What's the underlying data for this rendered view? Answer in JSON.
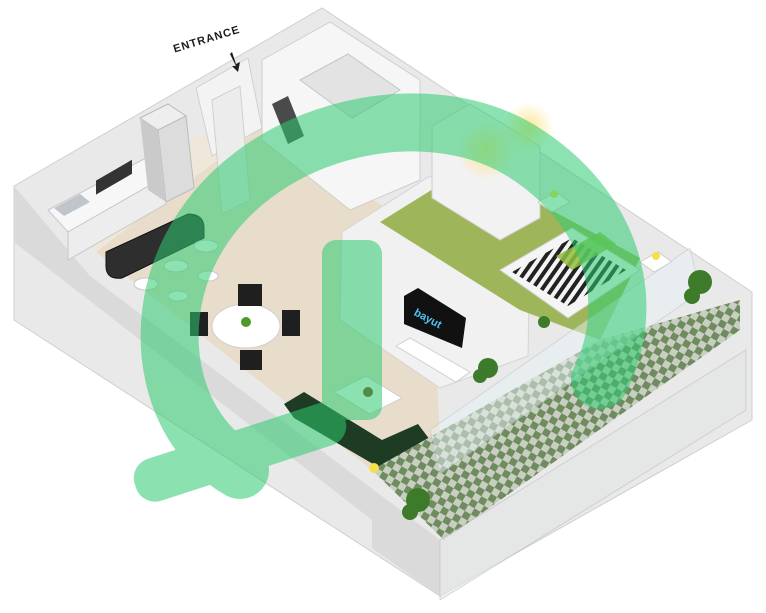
{
  "floorplan": {
    "entrance_label": "ENTRANCE",
    "tv_screen_text": "bayut",
    "watermark": "bayut",
    "colors": {
      "watermark": "#2ecc71",
      "floor": "#e8dccb",
      "bedroom_carpet": "#9fb55a",
      "walls": "#f2f2f2",
      "balcony_tiles": "#7f9a6a",
      "plants": "#3d7a2a"
    }
  }
}
